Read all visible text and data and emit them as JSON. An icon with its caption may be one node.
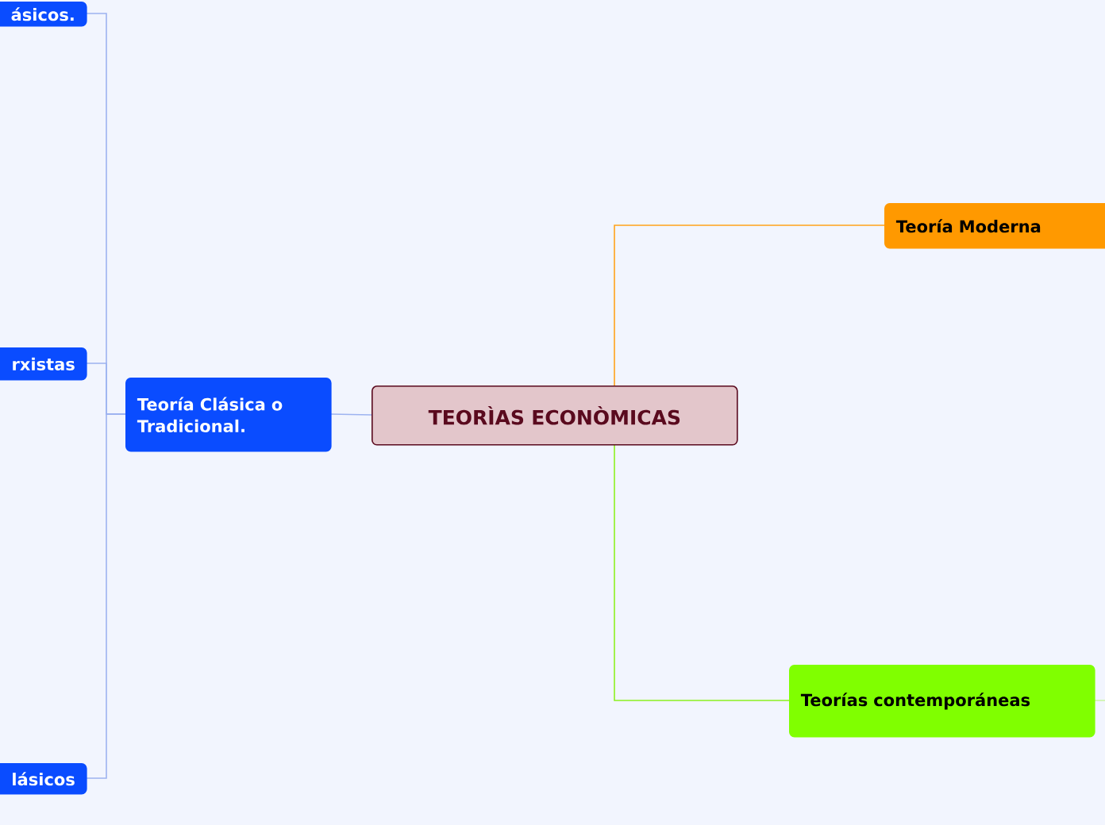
{
  "diagram": {
    "nodes": [
      {
        "text": [
          "TEORÌAS ECONÒMICAS"
        ]
      },
      {
        "text": [
          "Teoría Clásica o Tradicional."
        ]
      },
      {
        "text": [
          "ásicos."
        ]
      },
      {
        "text": [
          "rxistas"
        ]
      },
      {
        "text": [
          "lásicos"
        ]
      },
      {
        "text": [
          "Teoría Moderna"
        ]
      },
      {
        "text": [
          "Teorías contemporáneas"
        ]
      }
    ],
    "edges": [
      {
        "from": 0,
        "to": 1,
        "arrow": "none",
        "color": "#9db3f0"
      },
      {
        "from": 1,
        "to": 2,
        "arrow": "none",
        "color": "#9db3f0"
      },
      {
        "from": 1,
        "to": 3,
        "arrow": "none",
        "color": "#9db3f0"
      },
      {
        "from": 1,
        "to": 4,
        "arrow": "none",
        "color": "#9db3f0"
      },
      {
        "from": 0,
        "to": 5,
        "arrow": "none",
        "color": "#ffa31a"
      },
      {
        "from": 0,
        "to": 6,
        "arrow": "none",
        "color": "#8cf020"
      },
      {
        "from": 6,
        "to": null,
        "arrow": "none",
        "color": "#c8f5a0"
      }
    ]
  }
}
